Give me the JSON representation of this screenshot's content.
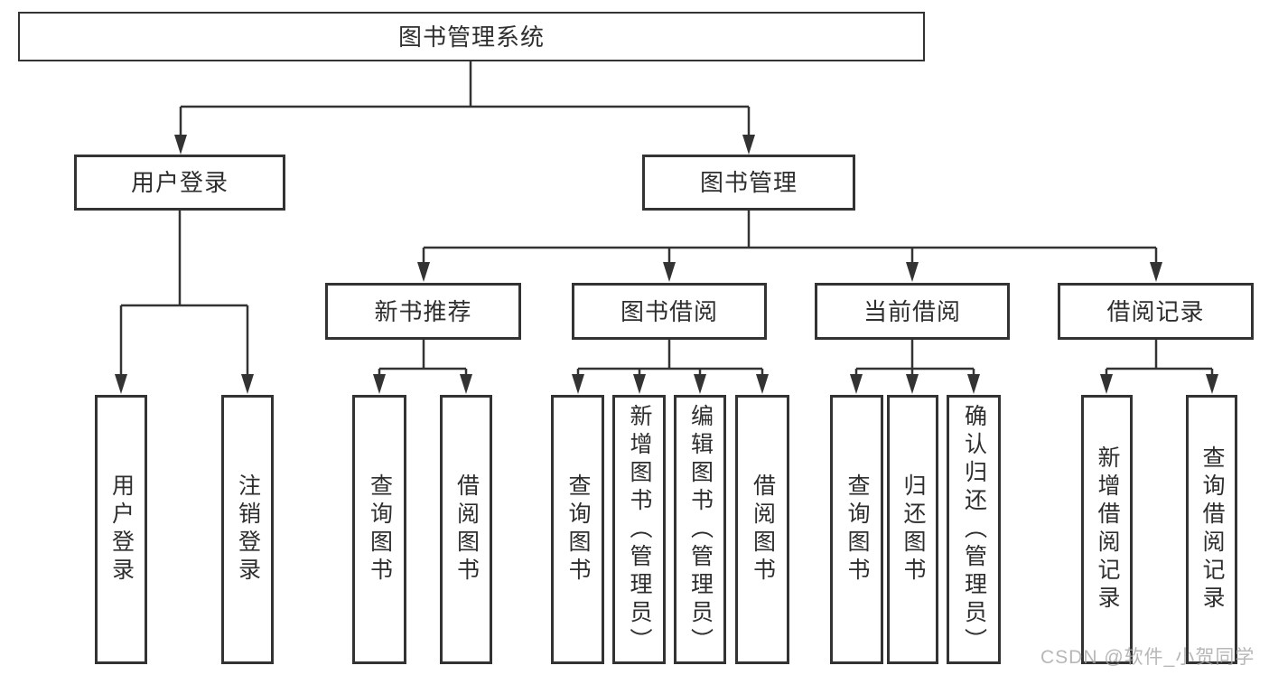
{
  "diagram": {
    "root": {
      "label": "图书管理系统"
    },
    "children": [
      {
        "label": "用户登录",
        "children": [
          {
            "label": "用户登录"
          },
          {
            "label": "注销登录"
          }
        ]
      },
      {
        "label": "图书管理",
        "children": [
          {
            "label": "新书推荐",
            "children": [
              {
                "label": "查询图书"
              },
              {
                "label": "借阅图书"
              }
            ]
          },
          {
            "label": "图书借阅",
            "children": [
              {
                "label": "查询图书"
              },
              {
                "label": "新增图书（管理员）"
              },
              {
                "label": "编辑图书（管理员）"
              },
              {
                "label": "借阅图书"
              }
            ]
          },
          {
            "label": "当前借阅",
            "children": [
              {
                "label": "查询图书"
              },
              {
                "label": "归还图书"
              },
              {
                "label": "确认归还（管理员）"
              }
            ]
          },
          {
            "label": "借阅记录",
            "children": [
              {
                "label": "新增借阅记录"
              },
              {
                "label": "查询借阅记录"
              }
            ]
          }
        ]
      }
    ]
  },
  "theme": {
    "line_color": "#333333",
    "box_background": "#ffffff",
    "text_color": "#2e2e2e",
    "watermark_color": "#a6a6a6"
  },
  "watermark": {
    "text": "CSDN @软件_小贺同学"
  }
}
